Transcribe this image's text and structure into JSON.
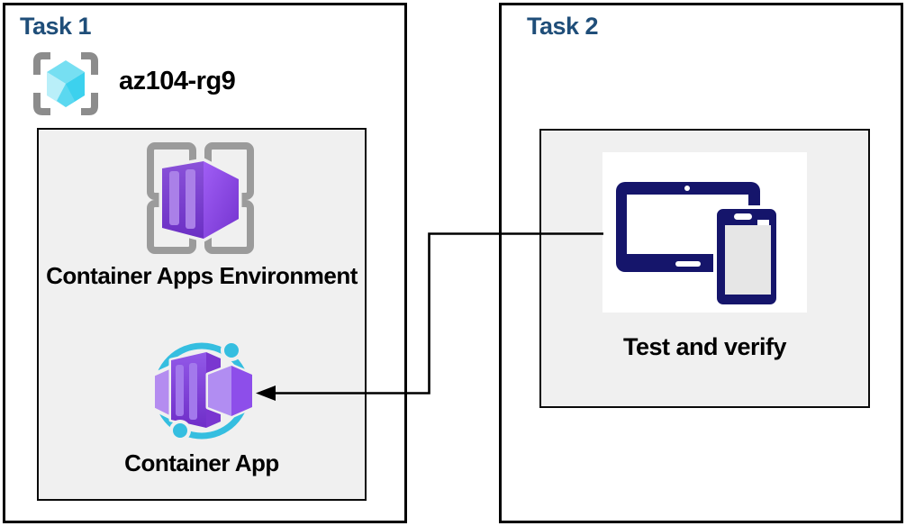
{
  "task1": {
    "title": "Task 1",
    "resource_group_label": "az104-rg9",
    "environment_label": "Container Apps Environment",
    "container_app_label": "Container App"
  },
  "task2": {
    "title": "Task 2",
    "test_label": "Test and verify"
  },
  "icons": {
    "resource_group": "resource-group-icon",
    "container_apps_environment": "container-apps-environment-icon",
    "container_app": "container-app-icon",
    "devices": "devices-icon",
    "arrow": "left-arrowhead-icon"
  },
  "colors": {
    "task_title": "#1f4e79",
    "panel_fill": "#f0f0f0",
    "box_border": "#000000",
    "connector": "#000000",
    "device_navy": "#15156b",
    "cyan_accent": "#35bee0",
    "cube_cyan_top": "#76dff2",
    "cube_cyan_light": "#b9eff9",
    "cube_cyan_dark": "#3cd1ee",
    "purple_dark": "#6f2ec8",
    "purple_mid": "#8a4ce0",
    "purple_light": "#b18df2",
    "bracket_gray": "#8c8c8c",
    "pane_gray": "#9b9b9b"
  }
}
